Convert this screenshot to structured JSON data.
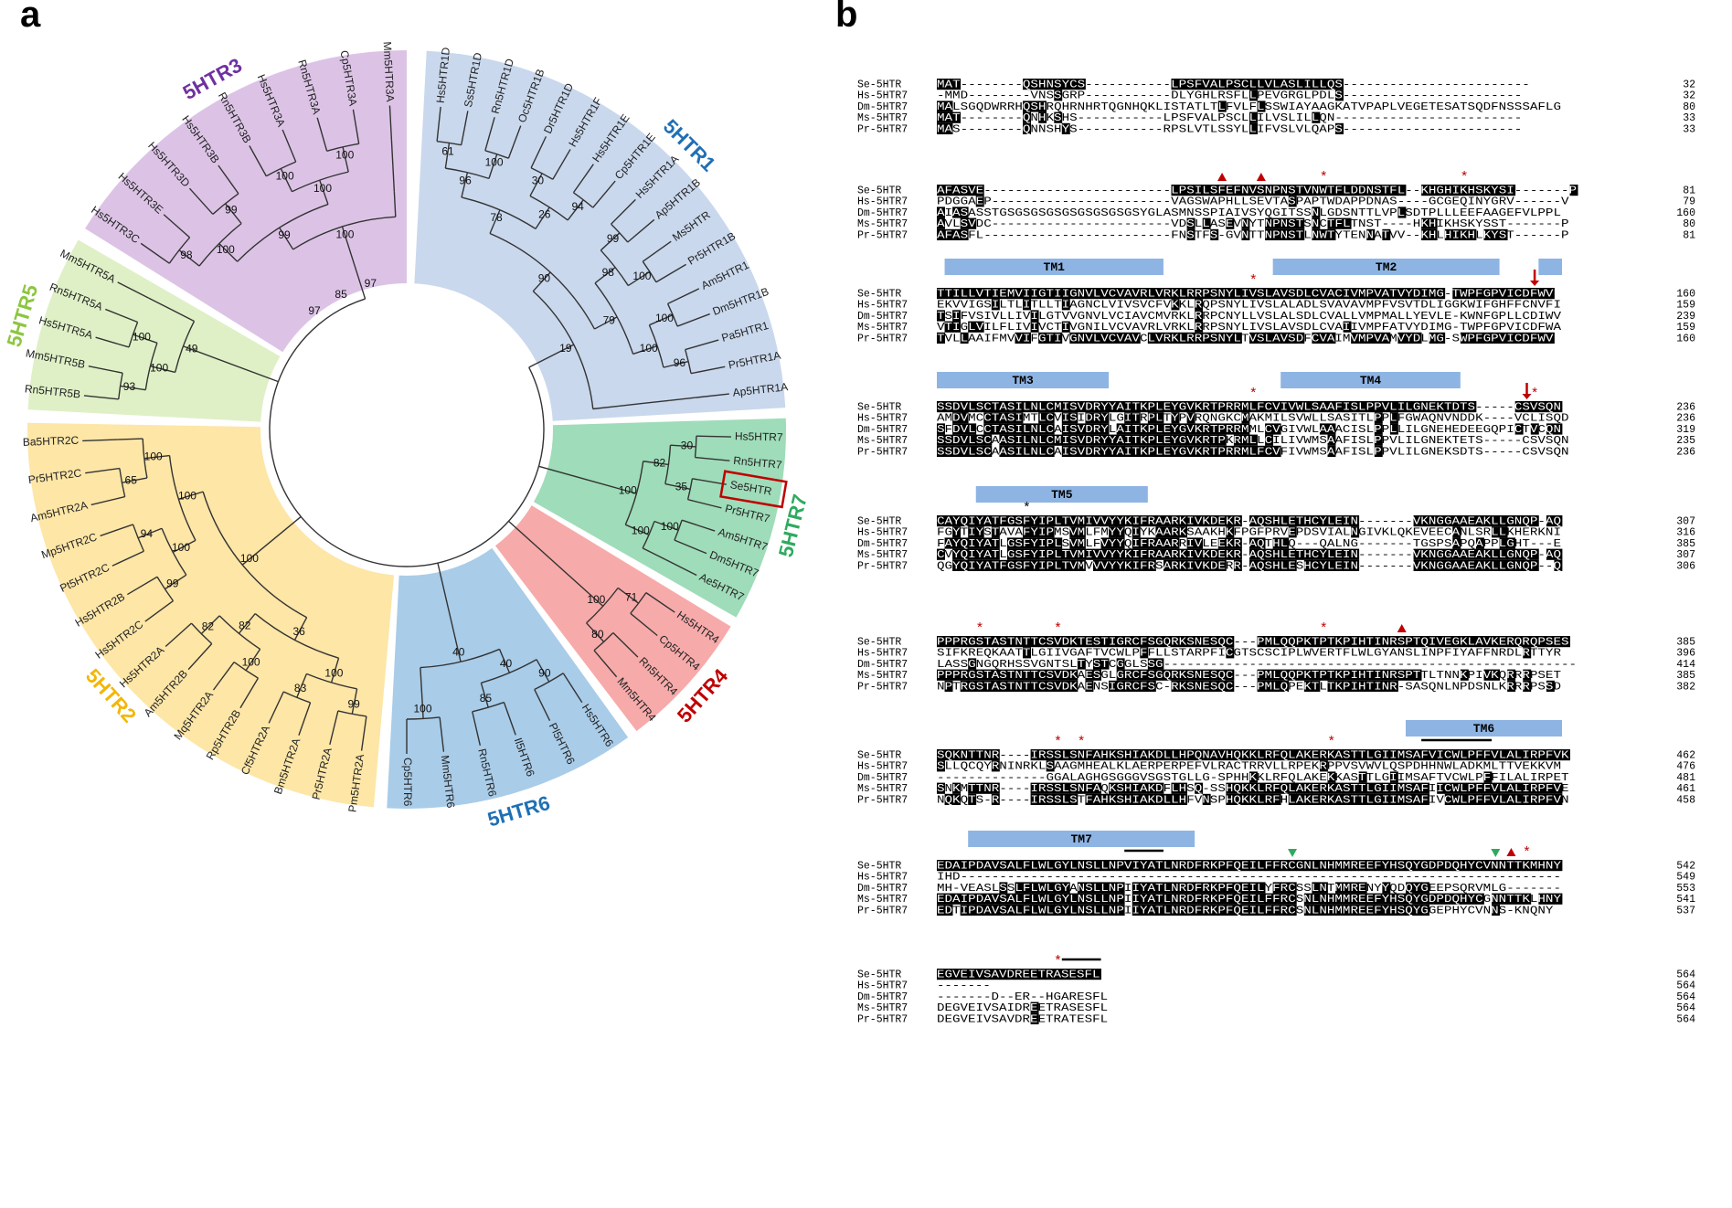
{
  "panel_a": {
    "label": "a",
    "colors": {
      "5HTR1": "#c9d8ed",
      "5HTR7": "#9fdcb9",
      "5HTR4": "#f7aaaa",
      "5HTR6": "#a9cce8",
      "5HTR2": "#fde6a6",
      "5HTR5": "#dff0c6",
      "5HTR3": "#dcc3e6",
      "highlight": "#c00000"
    },
    "clades": [
      {
        "id": "5HTR1",
        "name": "5HTR1",
        "color": "#1f6fb5",
        "start": -87,
        "end": -3.3,
        "leaves": [
          "Hs5HTR1D",
          "Ss5HTR1D",
          "Rn5HTR1D",
          "Oc5HTR1B",
          "Dr5HTR1D",
          "Hs5HTR1F",
          "Hs5HTR1E",
          "Cp5HTR1E",
          "Hs5HTR1A",
          "Ap5HTR1B",
          "Ms5HTR",
          "Pr5HTR1B",
          "Am5HTR1",
          "Dm5HTR1B",
          "Pa5HTR1",
          "Pr5HTR1A",
          "Ap5HTR1A"
        ]
      },
      {
        "id": "5HTR7",
        "name": "5HTR7",
        "color": "#2eaa5e",
        "start": -1.7,
        "end": 29.7,
        "leaves": [
          "Hs5HTR7",
          "Rn5HTR7",
          "Se5HTR",
          "Pr5HTR7",
          "Am5HTR7",
          "Dm5HTR7",
          "Ae5HTR7"
        ]
      },
      {
        "id": "5HTR4",
        "name": "5HTR4",
        "color": "#c00000",
        "start": 31.3,
        "end": 52.7,
        "leaves": [
          "Hs5HTR4",
          "Cp5HTR4",
          "Rn5HTR4",
          "Mm5HTR4"
        ]
      },
      {
        "id": "5HTR6",
        "name": "5HTR6",
        "color": "#1f6fb5",
        "start": 54.3,
        "end": 93,
        "leaves": [
          "Hs5HTR6",
          "Pl5HTR6",
          "Il5HTR6",
          "Rn5HTR6",
          "Mm5HTR6",
          "Cp5HTR6"
        ]
      },
      {
        "id": "5HTR2",
        "name": "5HTR2",
        "color": "#f2b705",
        "start": 95,
        "end": 181,
        "leaves": [
          "Pm5HTR2A",
          "Pr5HTR2A",
          "Bm5HTR2A",
          "Cf5HTR2A",
          "Rp5HTR2B",
          "Mq5HTR2A",
          "Am5HTR2B",
          "Hs5HTR2A",
          "Hs5HTR2C",
          "Hs5HTR2B",
          "Pt5HTR2C",
          "Mp5HTR2C",
          "Am5HTR2A",
          "Pr5HTR2C",
          "Ba5HTR2C"
        ]
      },
      {
        "id": "5HTR5",
        "name": "5HTR5",
        "color": "#8cc63f",
        "start": 183,
        "end": 210,
        "leaves": [
          "Rn5HTR5B",
          "Mm5HTR5B",
          "Hs5HTR5A",
          "Rn5HTR5A",
          "Mm5HTR5A"
        ]
      },
      {
        "id": "5HTR3",
        "name": "5HTR3",
        "color": "#7030a0",
        "start": 212,
        "end": 270,
        "leaves": [
          "Hs5HTR3C",
          "Hs5HTR3E",
          "Hs5HTR3D",
          "Hs5HTR3B",
          "Rn5HTR3B",
          "Hs5HTR3A",
          "Rn5HTR3A",
          "Cp5HTR3A",
          "Mm5HTR3A"
        ]
      }
    ],
    "bootstrap": [
      "61",
      "100",
      "30",
      "94",
      "99",
      "100",
      "100",
      "96",
      "96",
      "26",
      "98",
      "100",
      "78",
      "79",
      "90",
      "19",
      "30",
      "35",
      "100",
      "82",
      "100",
      "100",
      "71",
      "80",
      "100",
      "90",
      "85",
      "100",
      "40",
      "40",
      "99",
      "83",
      "100",
      "82",
      "99",
      "94",
      "65",
      "100",
      "82",
      "100",
      "100",
      "36",
      "100",
      "100",
      "93",
      "100",
      "100",
      "49",
      "98",
      "99",
      "100",
      "100",
      "100",
      "100",
      "99",
      "100",
      "97",
      "85",
      "97"
    ],
    "highlighted_leaf": "Se5HTR"
  },
  "panel_b": {
    "label": "b",
    "alignment_blocks": [
      {
        "rows": [
          {
            "name": "Se-5HTR",
            "seq": "MAT--------QSHNSYCS-----------LPSFVALPSCLLVLASLILLQS------------------------",
            "end": "32"
          },
          {
            "name": "Hs-5HTR7",
            "seq": "-MMD--------VNSSGRP-----------DLYGHLRSFLLPEVGRGLPDLS-----------------------",
            "end": "32"
          },
          {
            "name": "Dm-5HTR7",
            "seq": "MALSGQDWRRHQSHRQHRNHRTQGNHQKLISTATLTLFVLFLSSWIAYAAGKATVPAPLVEGETESATSQDFNSSSAFLG",
            "end": "80"
          },
          {
            "name": "Ms-5HTR7",
            "seq": "MAT--------QNHKSHS-----------LPSFVALPSCLLILVSLILLQN------------------------",
            "end": "33"
          },
          {
            "name": "Pr-5HTR7",
            "seq": "MAS--------QNNSHYS-----------RPSLVTLSSYLLIFVSLVLQAPS-----------------------",
            "end": "33"
          }
        ],
        "annotations": []
      },
      {
        "rows": [
          {
            "name": "Se-5HTR",
            "seq": "AFASVE------------------------LPSILSFEFNVSNPNSTVNWTFLDDNSTFL--KHGHIKHSKYSI-------P",
            "end": "81"
          },
          {
            "name": "Hs-5HTR7",
            "seq": "PDGGAEP-----------------------VAGSWAPHLLSEVTASPAPTWDAPPDNAS----GCGEQINYGRV------V",
            "end": "79"
          },
          {
            "name": "Dm-5HTR7",
            "seq": "AIASASSTGSGSGSGSGSGSGSGSGSYGLASMNSSPIAIVSYQGITSSNLGDSNTTLVPLSDTPLLLEEFAAGEFVLPPL",
            "end": "160"
          },
          {
            "name": "Ms-5HTR7",
            "seq": "AVLSVDC-----------------------VDSLLASEVNYTNPNSTSNCTFLTNST----HKHIKHSKYSST-------P",
            "end": "80"
          },
          {
            "name": "Pr-5HTR7",
            "seq": "AFASFL------------------------FNSTFS-GVNTTNPNSTLNWTYTENNATVV--KHLHIKHLKYST------P",
            "end": "81"
          }
        ],
        "annotations": [
          {
            "type": "tri",
            "col": 36
          },
          {
            "type": "tri",
            "col": 41
          },
          {
            "type": "star",
            "col": 49
          },
          {
            "type": "star",
            "col": 67
          }
        ]
      },
      {
        "rows": [
          {
            "name": "Se-5HTR",
            "seq": "TTILLVTIEMVIIGTIIGNVLVCVAVRLVRKLRRPSNYLIVSLAVSDLCVACIVMPVATVYDIMG-TWPFGPVICDFWV",
            "end": "160"
          },
          {
            "name": "Hs-5HTR7",
            "seq": "EKVVIGSILTLITLLTIAGNCLVIVSVCFVKKLRQPSNYLIVSLALADLSVAVAVMPFVSVTDLIGGKWIFGHFFCNVFI",
            "end": "159"
          },
          {
            "name": "Dm-5HTR7",
            "seq": "TSIFVSIVLLIVILGTVVGNVLVCIAVCMVRKLRRPCNYLLVSLALSDLCVALLVMPMALLYEVLE-KWNFGPLLCDIWV",
            "end": "239"
          },
          {
            "name": "Ms-5HTR7",
            "seq": "VTIGLVILFLIVIVCTIVGNILVCVAVRLVRKLRRPSNYLIVSLAVSDLCVAIIVMPFATVYDIMG-TWPFGPVICDFWA",
            "end": "159"
          },
          {
            "name": "Pr-5HTR7",
            "seq": "TVLLAAIFMVVIFGTIVGNVLVCVAVCLVRKLRRPSNYLTVSLAVSDFCVAIMVMPVAMVYDLMG-SWPFGPVICDFWV",
            "end": "160"
          }
        ],
        "annotations": [
          {
            "type": "tm",
            "label": "TM1",
            "start": 1,
            "end": 28
          },
          {
            "type": "tm",
            "label": "TM2",
            "start": 43,
            "end": 71
          },
          {
            "type": "tm",
            "label": "",
            "start": 77,
            "end": 79
          },
          {
            "type": "star",
            "col": 40
          },
          {
            "type": "arrow",
            "col": 76
          }
        ]
      },
      {
        "rows": [
          {
            "name": "Se-5HTR",
            "seq": "SSDVLSCTASILNLCMISVDRYYAITKPLEYGVKRTPRRMLFCVIVWLSAAFISLPPVLILGNEKTDTS-----CSVSQN",
            "end": "236"
          },
          {
            "name": "Hs-5HTR7",
            "seq": "AMDVMCCTASIMTLCVISIDRYLGITRPLTYPVRQNGKCMAKMILSVWLLSASITLPPLFGWAQNVNDDK----VCLISQD",
            "end": "236"
          },
          {
            "name": "Dm-5HTR7",
            "seq": "SFDVLCCTASILNLCAISVDRYLAITKPLEYGVKRTPRRMMLCVGIVWLAAACISLPPLLILGNEHEDEEGQPICTVCQN",
            "end": "319"
          },
          {
            "name": "Ms-5HTR7",
            "seq": "SSDVLSCAASILNLCMISVDRYYAITKPLEYGVKRTPKRMLLCILIVWMSAAFISLPPVLILGNEKTETS-----CSVSQN",
            "end": "235"
          },
          {
            "name": "Pr-5HTR7",
            "seq": "SSDVLSCAASILNLCAISVDRYYAITKPLEYGVKRTPRRMLFCVFIVWMSAAFISLPPVLILGNEKSDTS-----CSVSQN",
            "end": "236"
          }
        ],
        "annotations": [
          {
            "type": "tm",
            "label": "TM3",
            "start": 0,
            "end": 21
          },
          {
            "type": "tm",
            "label": "TM4",
            "start": 44,
            "end": 66
          },
          {
            "type": "dot",
            "col": 3
          },
          {
            "type": "star",
            "col": 40
          },
          {
            "type": "arrow",
            "col": 75
          },
          {
            "type": "star",
            "col": 76
          }
        ]
      },
      {
        "rows": [
          {
            "name": "Se-5HTR",
            "seq": "CAYQIYATFGSFYIPLTVMIVVYYKIFRAARKIVKDEKR-AQSHLETHCYLEIN-------VKNGGAAEAKLLGNQP-AQ",
            "end": "307"
          },
          {
            "name": "Hs-5HTR7",
            "seq": "FGYTIYSTAVAFYIPMSVMLFMYYQIYKAARKSAAKHKFPGFPRVEPDSVIALNGIVKLQKEVEECANLSRLLKHERKNI",
            "end": "316"
          },
          {
            "name": "Dm-5HTR7",
            "seq": "FAYQIYATLGSFYIPLSVMLFVYYQIFRAARRIVLEEKR-AQTHLQ---QALNG-------TGSPSAPQAPPLGHT---E",
            "end": "385"
          },
          {
            "name": "Ms-5HTR7",
            "seq": "CVYQIYATLGSFYIPLTVMIVVYYKIFRAARKIVKDEKR-AQSHLETHCYLEIN-------VKNGGAAEAKLLGNQP-AQ",
            "end": "307"
          },
          {
            "name": "Pr-5HTR7",
            "seq": "QGYQIYATFGSFYIPLTVMVVVYYKIFRSARKIVKDERR-AQSHLESHCYLEIN-------VKNGGAAEAKLLGNQP--Q",
            "end": "306"
          }
        ],
        "annotations": [
          {
            "type": "tm",
            "label": "TM5",
            "start": 5,
            "end": 26
          },
          {
            "type": "star_black",
            "col": 11
          }
        ]
      },
      {
        "rows": [
          {
            "name": "Se-5HTR",
            "seq": "PPPRGSTASTNTTCSVDKTESTIGRCFSGQRKSNESQC---PMLQQPKTPTKPIHTINRSPTQIVEGKLAVKERQRQPSES",
            "end": "385"
          },
          {
            "name": "Hs-5HTR7",
            "seq": "SIFKREQKAATTLGIIVGAFTVCWLPFFLLSTARPFICGTSCSCIPLWVERTFLWLGYANSLINPFIYAFFNRDLRTTYR",
            "end": "396"
          },
          {
            "name": "Dm-5HTR7",
            "seq": "LASSGNGQRHSSVGNTSLTYSTCGGLSSG-----------------------------------------------------",
            "end": "414"
          },
          {
            "name": "Ms-5HTR7",
            "seq": "PPPRGSTASTNTTCSVDKAESGLGRCFSGQRKSNESQC---PMLQQPKTPTKPIHTINRSPTTLTNNKPIVKQRRRPSET",
            "end": "385"
          },
          {
            "name": "Pr-5HTR7",
            "seq": "NPTRGSTASTNTTCSVDKAENSIGRCFSC-RKSNESQC---PMLQPEKTLTKPIHTINR-SASQNLNPDSNLKRRRPSSD",
            "end": "382"
          }
        ],
        "annotations": [
          {
            "type": "star",
            "col": 5
          },
          {
            "type": "star",
            "col": 15
          },
          {
            "type": "star",
            "col": 49
          },
          {
            "type": "tri",
            "col": 59
          }
        ]
      },
      {
        "rows": [
          {
            "name": "Se-5HTR",
            "seq": "SQKNTTNR----IRSSLSNFAHKSHIAKDLLHPQNAVHQKKLRFQLAKERKASTTLGIIMSAFVICWLPFFVLALIRPFVK",
            "end": "462"
          },
          {
            "name": "Hs-5HTR7",
            "seq": "SLLQCQYRNINRKLSAAGMHEALKLAERPERPEFVLRACTRRVLLRPEKRPPVSVWVLQSPDHHNWLADKMLTTVEKKVM",
            "end": "476"
          },
          {
            "name": "Dm-5HTR7",
            "seq": "--------------GGALAGHGSGGGVSGSTGLLG-SPHHKKLRFQLAKEKKASTTLGIIMSAFTVCWLPFFILALIRPET",
            "end": "481"
          },
          {
            "name": "Ms-5HTR7",
            "seq": "SNKMTTNR----IRSSLSNFAQKSHIAKDFLHSQ-SSHQKKLRFQLAKERKASTTLGIIMSAFIICWLPFFVLALIRPFVE",
            "end": "461"
          },
          {
            "name": "Pr-5HTR7",
            "seq": "NQKQTS-R----IRSSLSTFAHKSHIAKDLLHFVNSPHQKKLRFHLAKERKASTTLGIIMSAFIVCWLPFFVLALIRPFVN",
            "end": "458"
          }
        ],
        "annotations": [
          {
            "type": "tm",
            "label": "TM6",
            "start": 60,
            "end": 79
          },
          {
            "type": "line",
            "start": 62,
            "end": 70
          },
          {
            "type": "star",
            "col": 15
          },
          {
            "type": "star",
            "col": 18
          },
          {
            "type": "star",
            "col": 50
          }
        ]
      },
      {
        "rows": [
          {
            "name": "Se-5HTR",
            "seq": "EDAIPDAVSALFLWLGYLNSLLNPVIYATLNRDFRKPFQEILFFRCGNLNHMMREEFYHSQYGDPDQHYCVNNTTKMHNY",
            "end": "542"
          },
          {
            "name": "Hs-5HTR7",
            "seq": "IHD-----------------------------------------------------------------------------",
            "end": "549"
          },
          {
            "name": "Dm-5HTR7",
            "seq": "MH-VEASLSSLFLWLGYANSLLNPIIYATLNRDFRKPFQEILYFRCSSLNTMMRENYYQDQYGEEPSQRVMLG-------",
            "end": "553"
          },
          {
            "name": "Ms-5HTR7",
            "seq": "EDAIPDAVSALFLWLGYLNSLLNPIIYATLNRDFRKPFQEILFFRCSNLNHMMREEFYHSQYGDPDQHYCGNNTTKLHNY",
            "end": "541"
          },
          {
            "name": "Pr-5HTR7",
            "seq": "EDTIPDAVSALFLWLGYLNSLLNPIIYATLNRDFRKPFQEILFFRCSNLNHMMREEFYHSQYGGEPHYCVNNS-KNQNY",
            "end": "537"
          }
        ],
        "annotations": [
          {
            "type": "tm",
            "label": "TM7",
            "start": 4,
            "end": 32
          },
          {
            "type": "line",
            "start": 24,
            "end": 28
          },
          {
            "type": "gtri",
            "col": 45
          },
          {
            "type": "gtri",
            "col": 71
          },
          {
            "type": "tri",
            "col": 73
          },
          {
            "type": "star",
            "col": 75
          }
        ]
      },
      {
        "rows": [
          {
            "name": "Se-5HTR",
            "seq": "EGVEIVSAVDREETRASESFL",
            "end": "564"
          },
          {
            "name": "Hs-5HTR7",
            "seq": "-------",
            "end": "564"
          },
          {
            "name": "Dm-5HTR7",
            "seq": "-------D--ER--HGARESFL",
            "end": "564"
          },
          {
            "name": "Ms-5HTR7",
            "seq": "DEGVEIVSAIDREETRASESFL",
            "end": "564"
          },
          {
            "name": "Pr-5HTR7",
            "seq": "DEGVEIVSAVDREETRATESFL",
            "end": "564"
          }
        ],
        "annotations": [
          {
            "type": "star",
            "col": 15
          },
          {
            "type": "line",
            "start": 16,
            "end": 20
          }
        ]
      }
    ]
  }
}
